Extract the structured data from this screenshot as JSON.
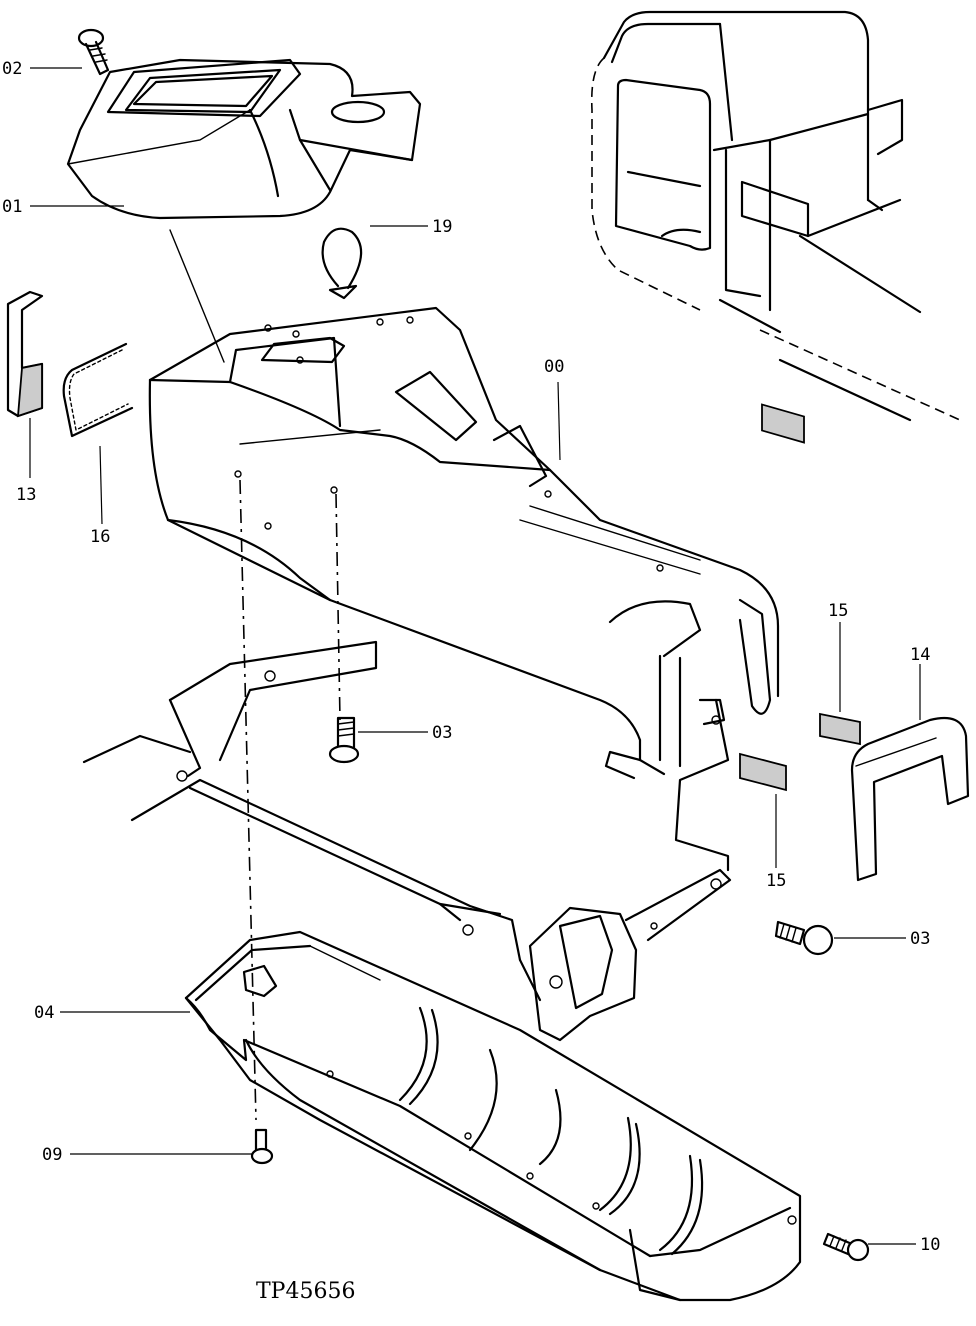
{
  "reference_code": "TP45656",
  "callouts": [
    {
      "id": "c02",
      "text": "02"
    },
    {
      "id": "c01",
      "text": "01"
    },
    {
      "id": "c19",
      "text": "19"
    },
    {
      "id": "c13",
      "text": "13"
    },
    {
      "id": "c16",
      "text": "16"
    },
    {
      "id": "c00",
      "text": "00"
    },
    {
      "id": "c03a",
      "text": "03"
    },
    {
      "id": "c15a",
      "text": "15"
    },
    {
      "id": "c14",
      "text": "14"
    },
    {
      "id": "c15b",
      "text": "15"
    },
    {
      "id": "c03b",
      "text": "03"
    },
    {
      "id": "c04",
      "text": "04"
    },
    {
      "id": "c09",
      "text": "09"
    },
    {
      "id": "c10",
      "text": "10"
    }
  ]
}
